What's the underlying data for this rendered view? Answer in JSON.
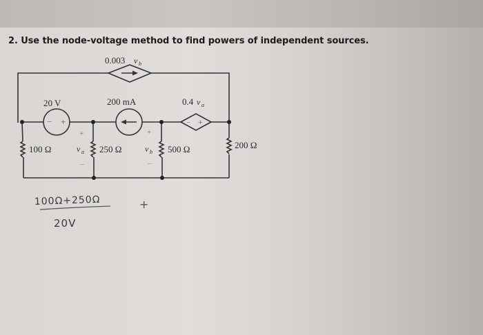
{
  "problem": {
    "title": "2. Use the node-voltage method to find powers of independent sources."
  },
  "circuit": {
    "dependent_current_source_top": {
      "label_coef": "0.003",
      "label_var": "v",
      "label_sub": "b",
      "direction": "right"
    },
    "voltage_source": {
      "label": "20 V",
      "minus": "−",
      "plus": "+"
    },
    "current_source": {
      "label": "200 mA",
      "direction": "left"
    },
    "dependent_voltage_source": {
      "label_coef": "0.4",
      "label_var": "v",
      "label_sub": "a",
      "minus": "−",
      "plus": "+"
    },
    "resistors": [
      {
        "id": "r1",
        "label": "100 Ω"
      },
      {
        "id": "r2",
        "label": "250 Ω"
      },
      {
        "id": "r3",
        "label": "500 Ω"
      },
      {
        "id": "r4",
        "label": "200 Ω"
      }
    ],
    "voltage_labels": {
      "va": {
        "var": "v",
        "sub": "a",
        "plus": "+",
        "minus": "−"
      },
      "vb": {
        "var": "v",
        "sub": "b",
        "plus": "+",
        "minus": "−"
      }
    }
  },
  "handwriting": {
    "numerator": "100Ω+250Ω",
    "denominator": "20V",
    "plus_mark": "+"
  }
}
